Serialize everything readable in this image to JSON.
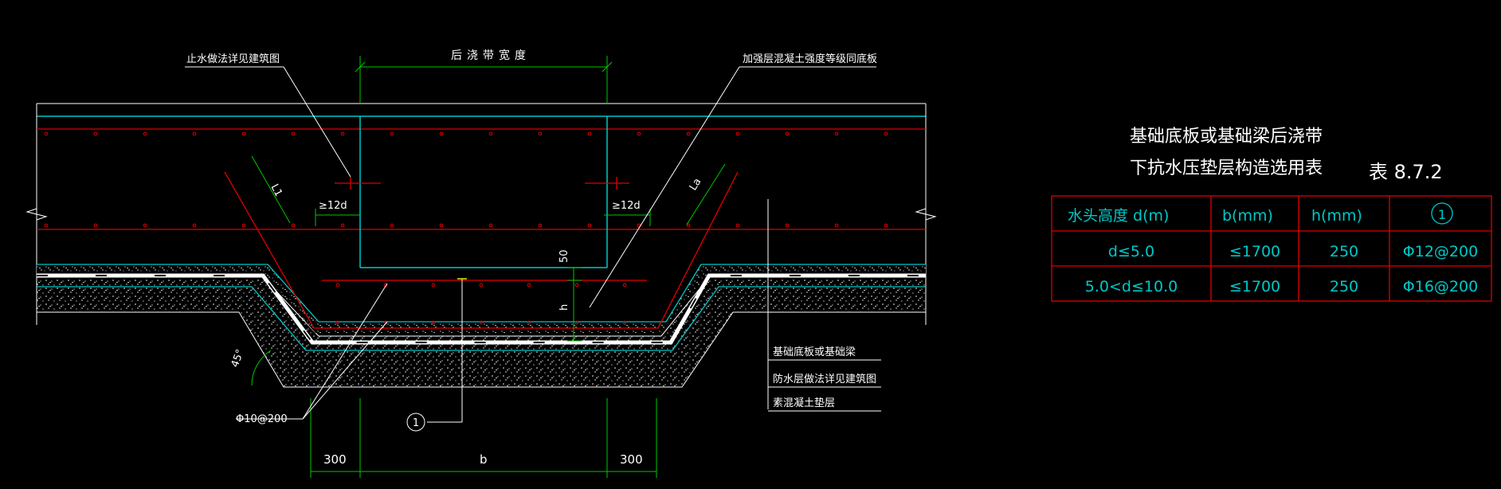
{
  "colors": {
    "background": "#000000",
    "white": "#ffffff",
    "cyan": "#00c8c8",
    "red": "#e00000",
    "green": "#00c800",
    "yellow": "#e6e600",
    "table_text": "#00c8c8",
    "table_border": "#e00000"
  },
  "drawing": {
    "top_dimension": "后浇带宽度",
    "label_waterstop": "止水做法详见建筑图",
    "label_reinforced": "加强层混凝土强度等级同底板",
    "lap_left": "≥12d",
    "lap_right": "≥12d",
    "anchor_left": "L1",
    "anchor_right": "La",
    "dim_50": "50",
    "dim_h": "h",
    "angle": "45°",
    "rebar_label": "Φ10@200",
    "marker": "1",
    "dim_300_left": "300",
    "dim_b": "b",
    "dim_300_right": "300",
    "legend": [
      "基础底板或基础梁",
      "防水层做法详见建筑图",
      "素混凝土垫层"
    ]
  },
  "table": {
    "title_line1": "基础底板或基础梁后浇带",
    "title_line2": "下抗水压垫层构造选用表",
    "table_no": "表 8.7.2",
    "headers": [
      "水头高度 d(m)",
      "b(mm)",
      "h(mm)",
      "1"
    ],
    "rows": [
      [
        "d≤5.0",
        "≤1700",
        "250",
        "Φ12@200"
      ],
      [
        "5.0<d≤10.0",
        "≤1700",
        "250",
        "Φ16@200"
      ]
    ]
  }
}
